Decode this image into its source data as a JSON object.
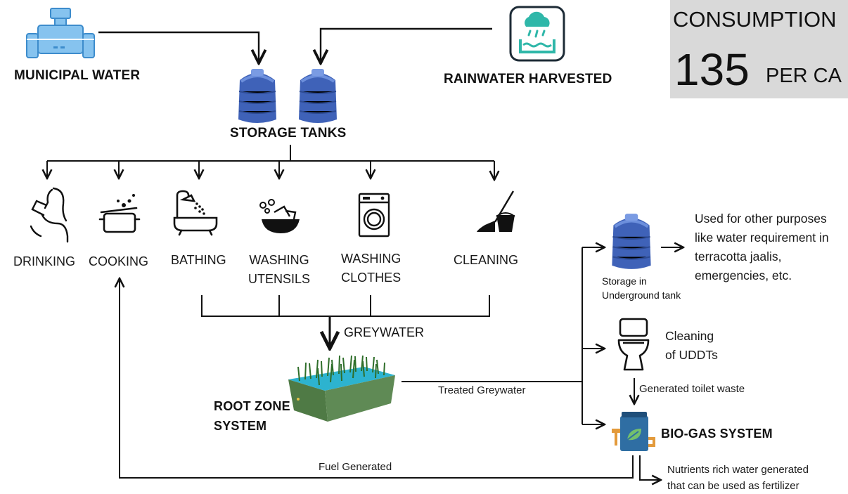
{
  "sources": {
    "municipal": "MUNICIPAL WATER",
    "rainwater": "RAINWATER HARVESTED"
  },
  "storage": {
    "label": "STORAGE TANKS"
  },
  "consumption": {
    "title": "CONSUMPTION",
    "value": "135",
    "unit": "PER CA"
  },
  "uses": {
    "drinking": "DRINKING",
    "cooking": "COOKING",
    "bathing": "BATHING",
    "washing_utensils": [
      "WASHING",
      "UTENSILS"
    ],
    "washing_clothes": [
      "WASHING",
      "CLOTHES"
    ],
    "cleaning": "CLEANING"
  },
  "greywater": {
    "label": "GREYWATER",
    "root_zone": [
      "ROOT ZONE",
      "SYSTEM"
    ],
    "treated": "Treated Greywater",
    "fuel": "Fuel Generated"
  },
  "outputs": {
    "underground": [
      "Storage in",
      "Underground tank"
    ],
    "other_purposes": [
      "Used for other purposes",
      "like water requirement in",
      "terracotta jaalis,",
      "emergencies, etc."
    ],
    "uddt": [
      "Cleaning",
      "of UDDTs"
    ],
    "toilet_waste": "Generated toilet waste",
    "biogas": "BIO-GAS SYSTEM",
    "nutrients": [
      "Nutrients rich water generated",
      "that can be used as fertilizer"
    ]
  },
  "colors": {
    "tank_blue": "#3f62b8",
    "tank_light": "#6c8fdc",
    "pipe_blue": "#86c3ef",
    "rain_teal": "#2fb7a9",
    "panel_gray": "#d9d9d9",
    "root_green": "#4f7a45",
    "biogas_blue": "#2f6ea3",
    "biogas_orange": "#e39a3b"
  }
}
